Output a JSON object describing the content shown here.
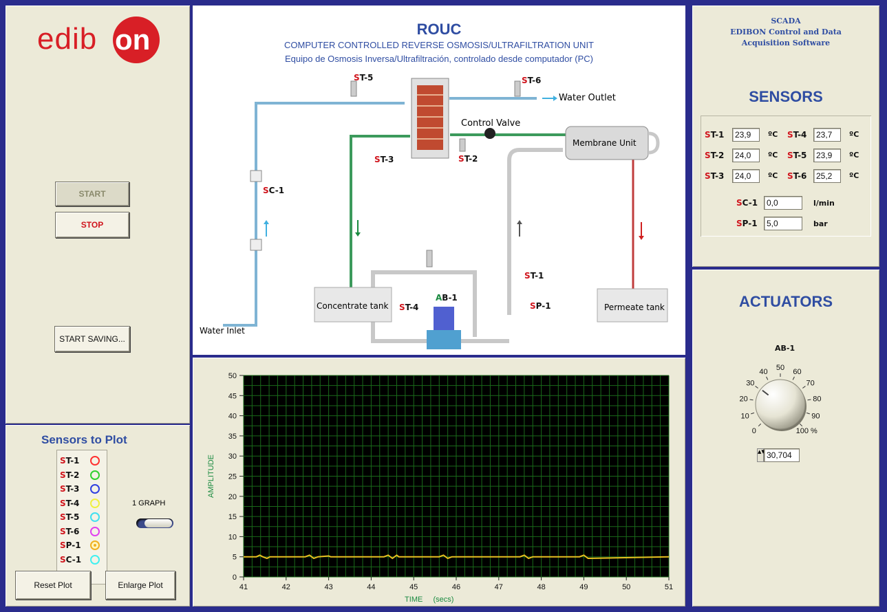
{
  "brand": {
    "logo_left": "edib",
    "logo_right": "on"
  },
  "header": {
    "title": "ROUC",
    "subtitle": "COMPUTER CONTROLLED REVERSE OSMOSIS/ULTRAFILTRATION UNIT",
    "subtitle_es": "Equipo de Osmosis Inversa/Ultrafiltración, controlado desde computador (PC)"
  },
  "controls": {
    "start": "START",
    "stop": "STOP",
    "start_saving": "START SAVING..."
  },
  "scada": {
    "line1": "SCADA",
    "line2": "EDIBON Control and Data",
    "line3": "Acquisition Software"
  },
  "diagram": {
    "water_outlet": "Water Outlet",
    "water_inlet": "Water Inlet",
    "control_valve": "Control Valve",
    "membrane_unit": "Membrane Unit",
    "concentrate_tank": "Concentrate tank",
    "permeate_tank": "Permeate tank",
    "st5": {
      "p": "S",
      "s": "T-5"
    },
    "st6": {
      "p": "S",
      "s": "T-6"
    },
    "st3": {
      "p": "S",
      "s": "T-3"
    },
    "st2": {
      "p": "S",
      "s": "T-2"
    },
    "sc1": {
      "p": "S",
      "s": "C-1"
    },
    "st1": {
      "p": "S",
      "s": "T-1"
    },
    "st4": {
      "p": "S",
      "s": "T-4"
    },
    "sp1": {
      "p": "S",
      "s": "P-1"
    },
    "ab1": {
      "p": "A",
      "s": "B-1"
    }
  },
  "sensors": {
    "title": "SENSORS",
    "rows": [
      {
        "left": {
          "p": "S",
          "s": "T-1",
          "value": "23,9",
          "unit": "ºC"
        },
        "right": {
          "p": "S",
          "s": "T-4",
          "value": "23,7",
          "unit": "ºC"
        }
      },
      {
        "left": {
          "p": "S",
          "s": "T-2",
          "value": "24,0",
          "unit": "ºC"
        },
        "right": {
          "p": "S",
          "s": "T-5",
          "value": "23,9",
          "unit": "ºC"
        }
      },
      {
        "left": {
          "p": "S",
          "s": "T-3",
          "value": "24,0",
          "unit": "ºC"
        },
        "right": {
          "p": "S",
          "s": "T-6",
          "value": "25,2",
          "unit": "ºC"
        }
      }
    ],
    "sc1": {
      "p": "S",
      "s": "C-1",
      "value": "0,0",
      "unit": "l/min"
    },
    "sp1": {
      "p": "S",
      "s": "P-1",
      "value": "5,0",
      "unit": "bar"
    }
  },
  "actuators": {
    "title": "ACTUATORS",
    "ab1": {
      "p": "A",
      "s": "B-1"
    },
    "knob_value": 30.704,
    "knob_display": "30,704",
    "dial": {
      "t0": "0",
      "t10": "10",
      "t20": "20",
      "t30": "30",
      "t40": "40",
      "t50": "50",
      "t60": "60",
      "t70": "70",
      "t80": "80",
      "t90": "90",
      "t100": "100 %"
    }
  },
  "plot_select": {
    "title": "Sensors to Plot",
    "items": [
      {
        "p": "S",
        "s": "T-1",
        "color": "#ff3030",
        "selected": false
      },
      {
        "p": "S",
        "s": "T-2",
        "color": "#30d030",
        "selected": false
      },
      {
        "p": "S",
        "s": "T-3",
        "color": "#3040e0",
        "selected": false
      },
      {
        "p": "S",
        "s": "T-4",
        "color": "#f0f040",
        "selected": false
      },
      {
        "p": "S",
        "s": "T-5",
        "color": "#40e0f0",
        "selected": false
      },
      {
        "p": "S",
        "s": "T-6",
        "color": "#e040f0",
        "selected": false
      },
      {
        "p": "S",
        "s": "P-1",
        "color": "#f0b020",
        "selected": true
      },
      {
        "p": "S",
        "s": "C-1",
        "color": "#40f0f0",
        "selected": false
      }
    ],
    "graph_toggle": "1 GRAPH",
    "reset": "Reset Plot",
    "enlarge": "Enlarge Plot"
  },
  "chart_data": {
    "type": "line",
    "xlabel": "TIME",
    "xunit": "(secs)",
    "ylabel": "AMPLITUDE",
    "xlim": [
      41,
      51
    ],
    "ylim": [
      0,
      50
    ],
    "xticks": [
      41,
      42,
      43,
      44,
      45,
      46,
      47,
      48,
      49,
      50,
      51
    ],
    "yticks": [
      0,
      5,
      10,
      15,
      20,
      25,
      30,
      35,
      40,
      45,
      50
    ],
    "background": "#000000",
    "grid": "#1a6a1a",
    "line_color": "#e8c020",
    "series": [
      {
        "name": "SP-1",
        "color": "#e8c020",
        "x": [
          41,
          41.3,
          41.38,
          41.45,
          41.55,
          41.62,
          42,
          42.45,
          42.55,
          42.65,
          42.75,
          43,
          43.05,
          44.3,
          44.4,
          44.5,
          44.6,
          44.65,
          45.6,
          45.7,
          45.8,
          45.9,
          47.5,
          47.6,
          47.7,
          47.8,
          48.9,
          49.0,
          49.1,
          51
        ],
        "y": [
          5,
          5,
          5.4,
          5,
          4.6,
          5,
          5,
          5,
          5.4,
          4.6,
          5,
          5.2,
          5,
          5,
          5.4,
          4.6,
          5.4,
          5,
          5,
          5.4,
          4.6,
          5,
          5,
          5.4,
          4.6,
          5,
          5,
          5.4,
          4.6,
          5
        ]
      }
    ]
  }
}
